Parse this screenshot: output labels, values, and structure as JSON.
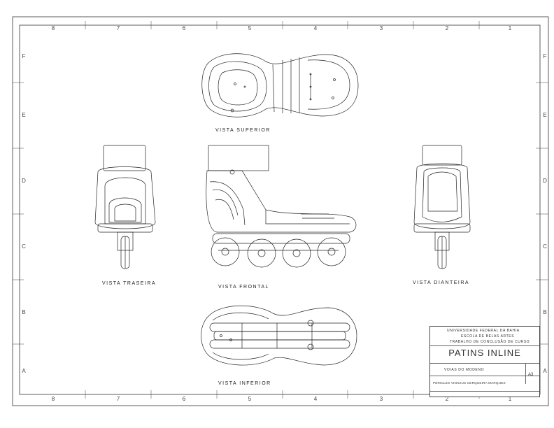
{
  "sheet": {
    "columns": [
      "8",
      "7",
      "6",
      "5",
      "4",
      "3",
      "2",
      "1"
    ],
    "rows": [
      "F",
      "E",
      "D",
      "C",
      "B",
      "A"
    ]
  },
  "views": {
    "top": "VISTA SUPERIOR",
    "back": "VISTA TRASEIRA",
    "front": "VISTA FRONTAL",
    "side": "VISTA DIANTEIRA",
    "bottom": "VISTA INFERIOR"
  },
  "title_block": {
    "university": "UNIVERSIDADE FEDERAL DA BAHIA",
    "school": "ESCOLA DE BELAS ARTES",
    "course": "TRABALHO DE CONCLUSÃO DE CURSO",
    "title": "PATINS INLINE",
    "subject": "VOIAS DO MODENO",
    "sheet_size": "A3",
    "author": "PERICLES VINICIUS CERQUEIRA MARQUES"
  }
}
